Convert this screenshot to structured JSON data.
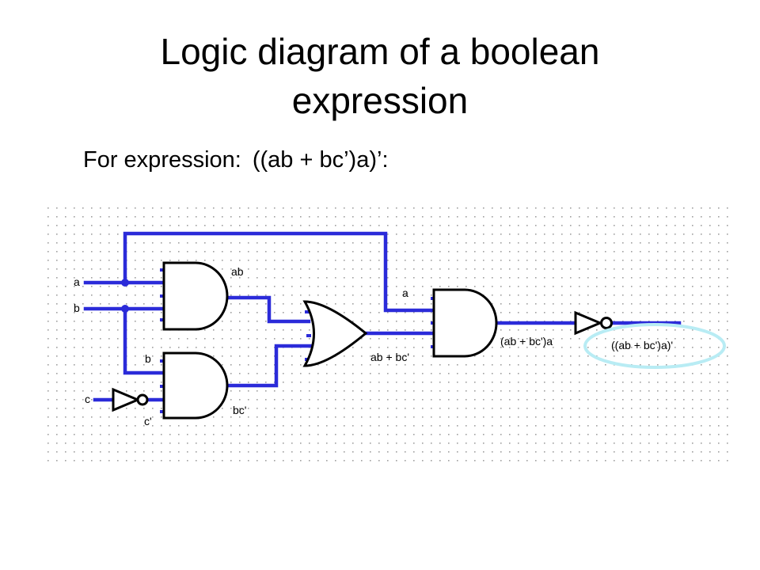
{
  "title_line1": "Logic diagram of a boolean",
  "title_line2": "expression",
  "subtitle_prefix": "For expression:",
  "subtitle_expression": "((ab + bc’)a)’:",
  "diagram": {
    "labels": {
      "input_a": "a",
      "input_b": "b",
      "input_c": "c",
      "and1_out": "ab",
      "and2_in_b": "b",
      "and2_in_cprime": "c'",
      "and2_out": "bc'",
      "and3_in_a": "a",
      "or_out": "ab + bc'",
      "and3_out": "(ab + bc')a",
      "final_out": "((ab + bc')a)'"
    },
    "colors": {
      "wire": "#2b2bd9",
      "gate": "#000000",
      "highlight": "#b8ecf4",
      "grid_dot": "#a0a0a0"
    }
  }
}
